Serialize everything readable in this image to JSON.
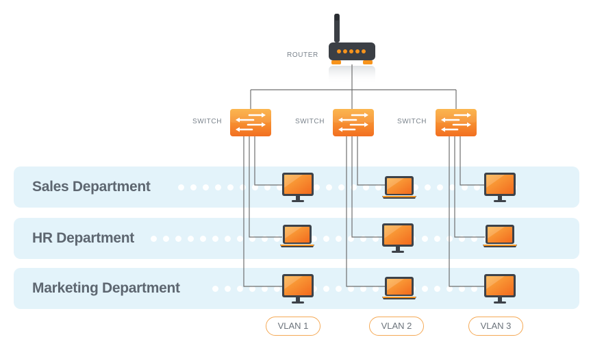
{
  "diagram": {
    "router": {
      "label": "ROUTER",
      "icon": "router-icon"
    },
    "switches": [
      {
        "label": "SWITCH",
        "icon": "switch-icon"
      },
      {
        "label": "SWITCH",
        "icon": "switch-icon"
      },
      {
        "label": "SWITCH",
        "icon": "switch-icon"
      }
    ],
    "departments": [
      {
        "name": "Sales Department"
      },
      {
        "name": "HR Department"
      },
      {
        "name": "Marketing Department"
      }
    ],
    "vlans": [
      {
        "label": "VLAN 1"
      },
      {
        "label": "VLAN 2"
      },
      {
        "label": "VLAN 3"
      }
    ],
    "devices": [
      [
        "desktop-icon",
        "laptop-icon",
        "desktop-icon"
      ],
      [
        "laptop-icon",
        "desktop-icon",
        "laptop-icon"
      ],
      [
        "desktop-icon",
        "laptop-icon",
        "desktop-icon"
      ]
    ],
    "colors": {
      "accent": "#f7941d",
      "band": "#e3f3fa",
      "line": "#6e6e6e",
      "router_body": "#3b3f45"
    }
  }
}
